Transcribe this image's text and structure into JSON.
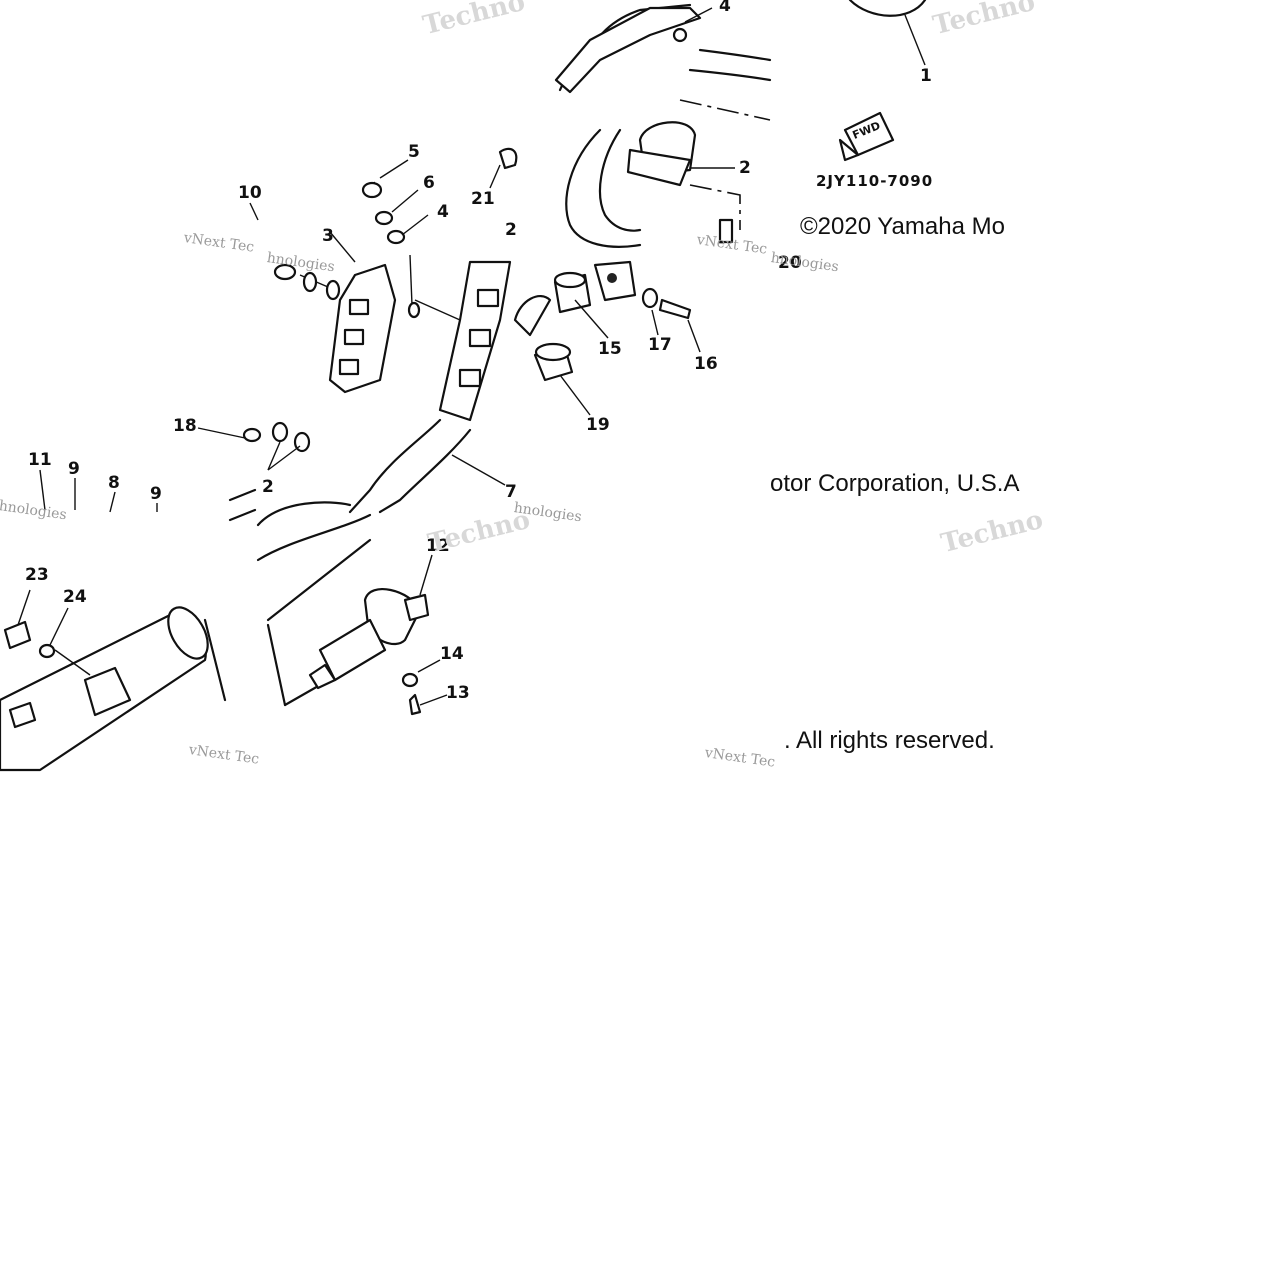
{
  "diagram": {
    "part_number": "2JY110-7090",
    "fwd_label": "FWD",
    "copyright": {
      "line1": "©2020 Yamaha Mo",
      "line2": "otor Corporation, U.S.A",
      "line3": ". All rights reserved."
    },
    "callouts": {
      "c1": "1",
      "c2": "2",
      "c3": "3",
      "c4a": "4",
      "c4b": "4",
      "c5": "5",
      "c6": "6",
      "c7": "7",
      "c8": "8",
      "c9a": "9",
      "c9b": "9",
      "c10": "10",
      "c11": "11",
      "c12": "12",
      "c13": "13",
      "c14": "14",
      "c15": "15",
      "c16": "16",
      "c17": "17",
      "c18": "18",
      "c19": "19",
      "c20": "20",
      "c21": "21",
      "c22": "2",
      "c22b": "2",
      "c23": "23",
      "c24": "24"
    },
    "watermarks": {
      "brand_big": "Techno",
      "brand_small": "vNext Tec",
      "brand_small2": "hnologies",
      "brand_small3": "vNext Technologies"
    }
  }
}
